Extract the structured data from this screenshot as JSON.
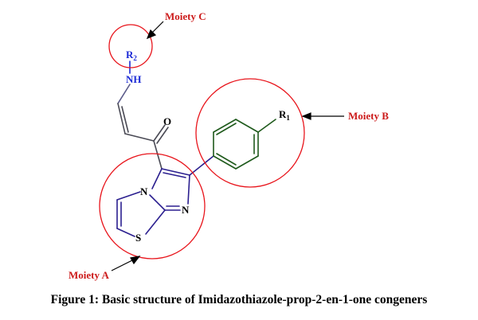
{
  "moieties": {
    "a": {
      "label": "Moiety A"
    },
    "b": {
      "label": "Moiety B"
    },
    "c": {
      "label": "Moiety C"
    }
  },
  "atoms": {
    "r2": {
      "base": "R",
      "sub": "2"
    },
    "nh": "NH",
    "o": "O",
    "r1": {
      "base": "R",
      "sub": "1"
    },
    "n_fused": "N",
    "n_ring": "N",
    "s_ring": "S"
  },
  "caption": "Figure 1: Basic structure of Imidazothiazole-prop-2-en-1-one congeners",
  "colors": {
    "moiety_circle": "#e8141b",
    "moiety_label": "#cc1b1b",
    "ring_bonds": "#2b1f8f",
    "phenyl_bonds": "#1f5a1c",
    "r2_label": "#1c2bd6",
    "chain_bonds": "#4a4a55",
    "text": "#000000"
  }
}
